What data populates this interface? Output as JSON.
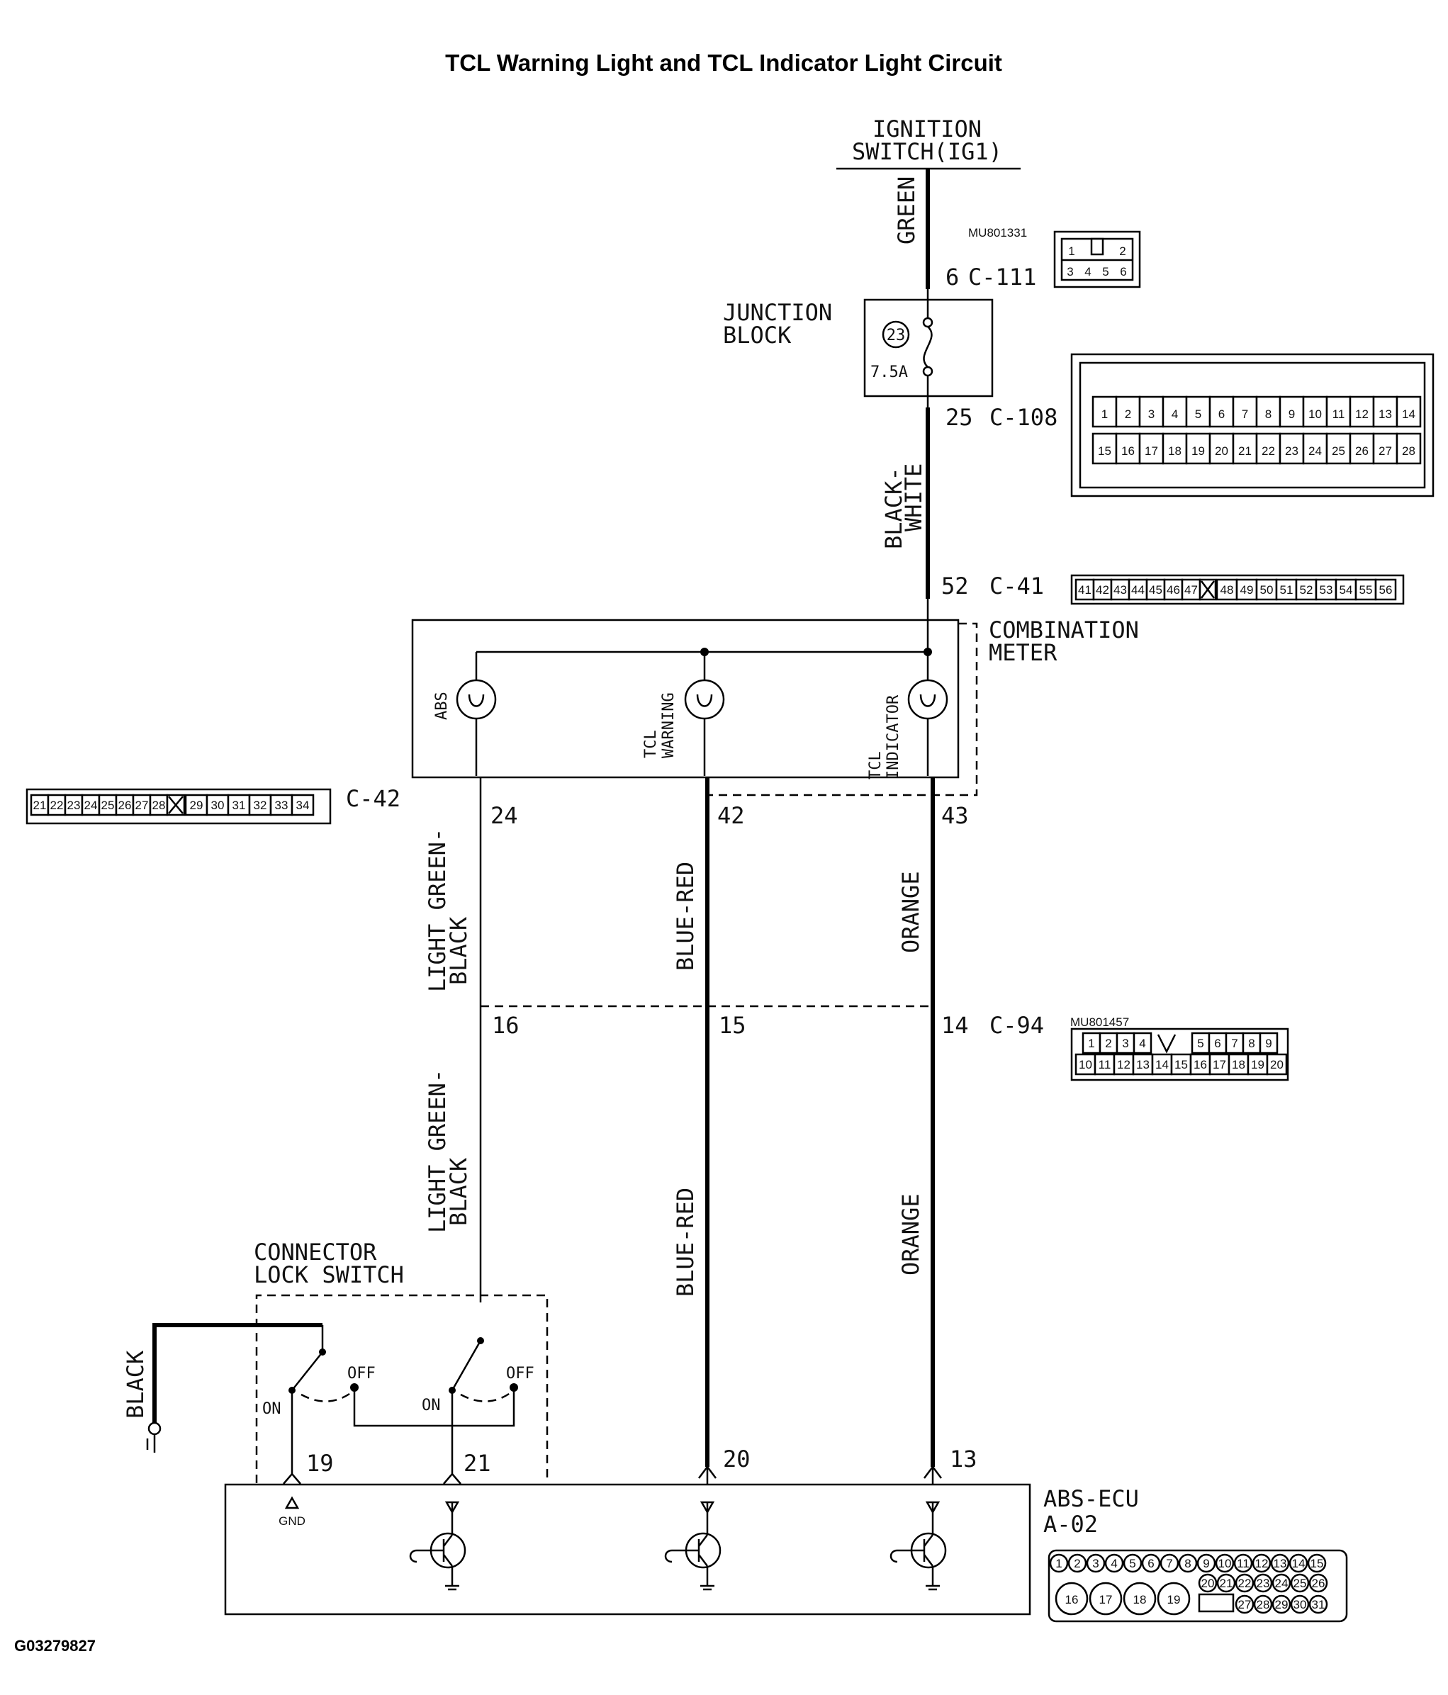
{
  "title": "TCL Warning Light and TCL Indicator Light Circuit",
  "figure_id": "G03279827",
  "ignition": {
    "line1": "IGNITION",
    "line2": "SWITCH(IG1)"
  },
  "junction_block": {
    "line1": "JUNCTION",
    "line2": "BLOCK",
    "fuse_number": "23",
    "fuse_rating": "7.5A"
  },
  "combination_meter": {
    "line1": "COMBINATION",
    "line2": "METER"
  },
  "lamps": {
    "abs": "ABS",
    "tcl_warning_1": "TCL",
    "tcl_warning_2": "WARNING",
    "tcl_indicator_1": "TCL",
    "tcl_indicator_2": "INDICATOR"
  },
  "connector_lock_switch": {
    "line1": "CONNECTOR",
    "line2": "LOCK SWITCH",
    "on": "ON",
    "off": "OFF"
  },
  "abs_ecu": {
    "line1": "ABS-ECU",
    "line2": "A-02",
    "gnd": "GND"
  },
  "connectors": {
    "c111": {
      "name": "C-111",
      "pin": "6",
      "part": "MU801331",
      "pins": [
        "1",
        "2",
        "3",
        "4",
        "5",
        "6"
      ]
    },
    "c108": {
      "name": "C-108",
      "pin": "25",
      "pins_top": [
        "1",
        "2",
        "3",
        "4",
        "5",
        "6",
        "7",
        "8",
        "9",
        "10",
        "11",
        "12",
        "13",
        "14"
      ],
      "pins_bottom": [
        "15",
        "16",
        "17",
        "18",
        "19",
        "20",
        "21",
        "22",
        "23",
        "24",
        "25",
        "26",
        "27",
        "28"
      ]
    },
    "c41": {
      "name": "C-41",
      "pin": "52",
      "pins_a": [
        "41",
        "42",
        "43",
        "44",
        "45",
        "46",
        "47"
      ],
      "pins_b": [
        "48",
        "49",
        "50",
        "51",
        "52",
        "53",
        "54",
        "55",
        "56"
      ]
    },
    "c42": {
      "name": "C-42",
      "pins_abs": "24",
      "pins_warn": "42",
      "pins_ind": "43",
      "pins_a": [
        "21",
        "22",
        "23",
        "24",
        "25",
        "26",
        "27",
        "28"
      ],
      "pins_b": [
        "29",
        "30",
        "31",
        "32",
        "33",
        "34"
      ]
    },
    "c94": {
      "name": "C-94",
      "part": "MU801457",
      "pin_a": "16",
      "pin_b": "15",
      "pin_c": "14",
      "pins_top_a": [
        "1",
        "2",
        "3",
        "4"
      ],
      "pins_top_b": [
        "5",
        "6",
        "7",
        "8",
        "9"
      ],
      "pins_bottom": [
        "10",
        "11",
        "12",
        "13",
        "14",
        "15",
        "16",
        "17",
        "18",
        "19",
        "20"
      ]
    },
    "a02": {
      "pin_gnd": "19",
      "pin_sw": "21",
      "pin_warn": "20",
      "pin_ind": "13",
      "pins_row1": [
        "1",
        "2",
        "3",
        "4",
        "5",
        "6",
        "7",
        "8",
        "9",
        "10",
        "11",
        "12",
        "13",
        "14",
        "15"
      ],
      "pins_big": [
        "16",
        "17",
        "18",
        "19"
      ],
      "pins_row2": [
        "20",
        "21",
        "22",
        "23",
        "24",
        "25",
        "26"
      ],
      "pins_row3": [
        "27",
        "28",
        "29",
        "30",
        "31"
      ]
    }
  },
  "wires": {
    "green": "GREEN",
    "black_white_1": "BLACK-",
    "black_white_2": "WHITE",
    "lgb_1": "LIGHT GREEN-",
    "lgb_2": "BLACK",
    "blue_red": "BLUE-RED",
    "orange": "ORANGE",
    "black": "BLACK"
  }
}
